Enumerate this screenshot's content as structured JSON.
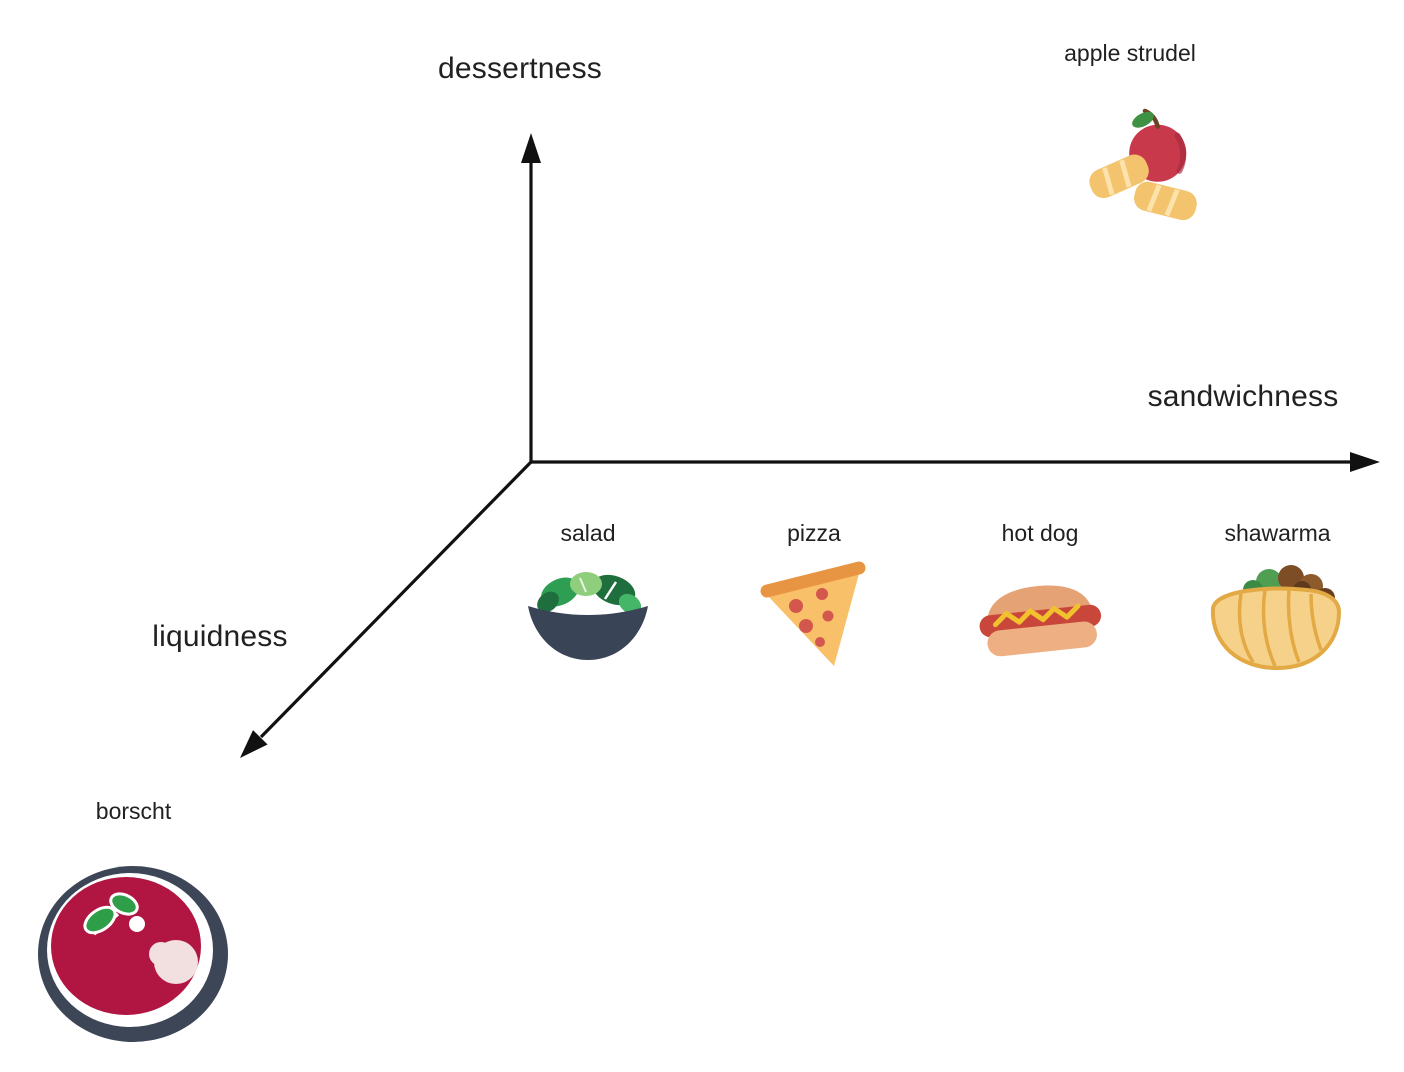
{
  "axes": {
    "vertical": {
      "label": "dessertness"
    },
    "horizontal": {
      "label": "sandwichness"
    },
    "diagonal": {
      "label": "liquidness"
    }
  },
  "items": {
    "apple_strudel": {
      "label": "apple strudel",
      "icon": "apple-strudel-icon"
    },
    "salad": {
      "label": "salad",
      "icon": "salad-bowl-icon"
    },
    "pizza": {
      "label": "pizza",
      "icon": "pizza-slice-icon"
    },
    "hot_dog": {
      "label": "hot dog",
      "icon": "hot-dog-icon"
    },
    "shawarma": {
      "label": "shawarma",
      "icon": "shawarma-pita-icon"
    },
    "borscht": {
      "label": "borscht",
      "icon": "borscht-bowl-icon"
    }
  },
  "colors": {
    "axis": "#111111",
    "text": "#212121",
    "salad_bowl": "#3a4457",
    "salad_greens": "#2e9e53",
    "pizza_cheese": "#f9c06a",
    "pizza_crust": "#e89543",
    "pepperoni": "#d4574e",
    "hot_dog_bun": "#eeb083",
    "sausage": "#c9473a",
    "mustard": "#f2c12e",
    "pita": "#f6d189",
    "pita_outline": "#e2a944",
    "meat_filling": "#7d4e26",
    "apple": "#c8394b",
    "strudel_roll": "#f4c36d",
    "borscht_soup": "#b01641",
    "borscht_bowl": "#3c4657",
    "sour_cream": "#f2dfdf",
    "greens": "#2f9e48"
  },
  "chart_data": {
    "type": "scatter",
    "title": "",
    "axes": [
      {
        "label": "dessertness",
        "orientation": "vertical-up"
      },
      {
        "label": "sandwichness",
        "orientation": "horizontal-right"
      },
      {
        "label": "liquidness",
        "orientation": "diagonal-down-left"
      }
    ],
    "grid": false,
    "legend": false,
    "points": [
      {
        "label": "salad",
        "sandwichness": 0.07,
        "dessertness": 0,
        "liquidness": 0
      },
      {
        "label": "pizza",
        "sandwichness": 0.33,
        "dessertness": 0,
        "liquidness": 0
      },
      {
        "label": "hot dog",
        "sandwichness": 0.6,
        "dessertness": 0,
        "liquidness": 0
      },
      {
        "label": "shawarma",
        "sandwichness": 0.88,
        "dessertness": 0,
        "liquidness": 0
      },
      {
        "label": "apple strudel",
        "sandwichness": 0.72,
        "dessertness": 0.9,
        "liquidness": 0
      },
      {
        "label": "borscht",
        "sandwichness": 0,
        "dessertness": 0,
        "liquidness": 1.0
      }
    ]
  }
}
